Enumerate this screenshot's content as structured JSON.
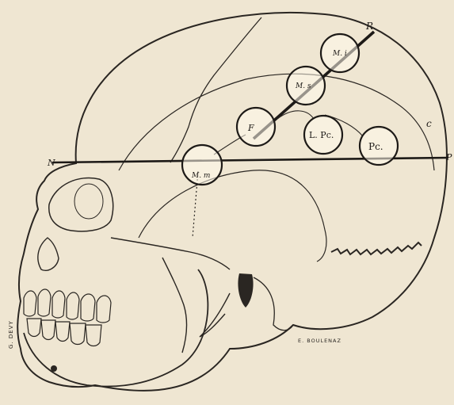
{
  "diagram": {
    "labels": {
      "R": "R.",
      "N": "N",
      "P": "P",
      "mi": "M. i",
      "ms": "M. s",
      "f": "F",
      "lpc": "L. Pc.",
      "pc": "Pc.",
      "mm": "M. m",
      "c": "c"
    },
    "credits": {
      "left": "G. DEVY",
      "right": "E. BOULENAZ"
    }
  }
}
